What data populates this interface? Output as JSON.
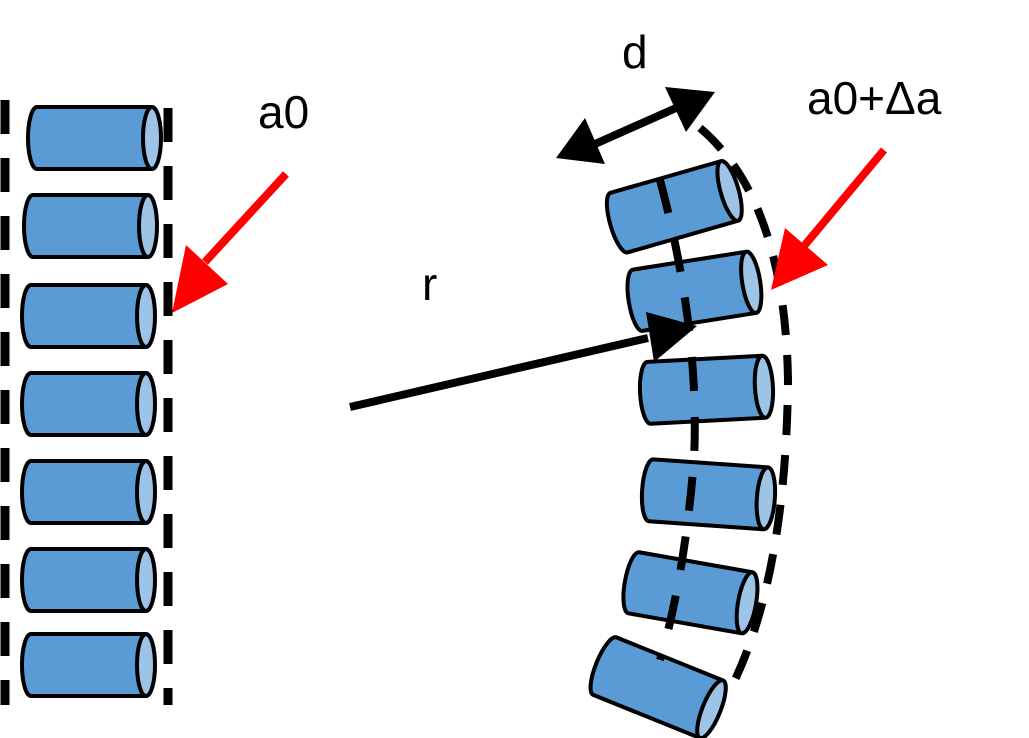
{
  "labels": {
    "left_layer": "a0",
    "right_layer": "a0+Δa",
    "radius": "r",
    "spacing": "d"
  },
  "colors": {
    "cylinder_fill": "#5b9bd5",
    "cylinder_cap": "#9dc3e6",
    "outline": "#000000",
    "pointer_arrow": "#ff0000",
    "background": "#ffffff"
  },
  "shapes": {
    "element": "cylinder",
    "boundary": "dashed-line",
    "left_column_count": 7,
    "right_column_count": 6
  }
}
